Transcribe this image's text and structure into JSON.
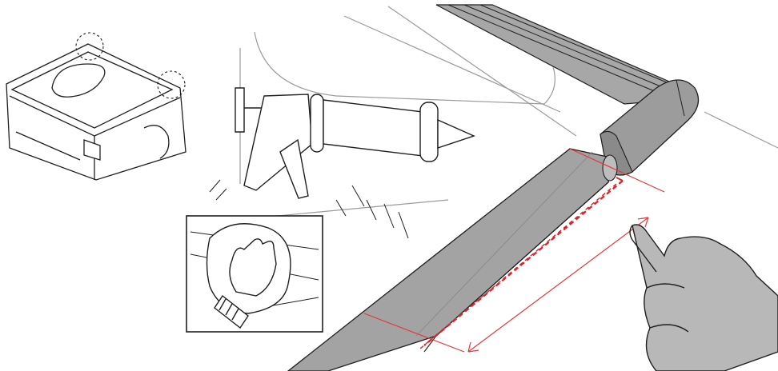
{
  "illustration": {
    "panels": [
      "truck-bed-overview",
      "caulking-gun",
      "cleaning-inset",
      "rail-installation"
    ],
    "colors": {
      "background": "#ffffff",
      "line": "#1f1f1f",
      "light_line": "#9a9a9a",
      "rail_gray": "#a7a7a7",
      "rail_dark": "#8a8a8a",
      "hand_fill": "#b8b8b8",
      "measure_red": "#e0393e",
      "seal_red": "#d8262c"
    },
    "icons": [
      "truck-bed-icon",
      "caulking-gun-icon",
      "glove-cleaning-icon",
      "pointing-hand-icon"
    ]
  }
}
